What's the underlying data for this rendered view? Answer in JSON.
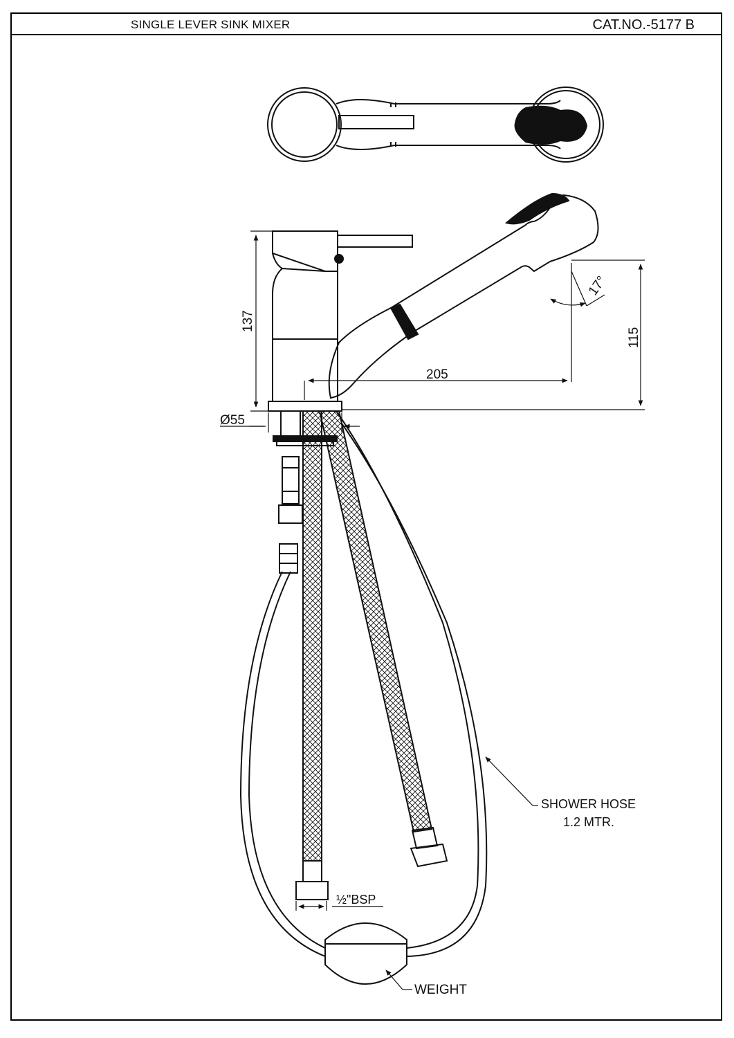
{
  "header": {
    "title": "SINGLE LEVER SINK MIXER",
    "catalog_number": "CAT.NO.-5177 B"
  },
  "dimensions": {
    "height": "137",
    "spout_height": "115",
    "spout_reach": "205",
    "base_diameter": "Ø55",
    "spray_angle": "17°",
    "connection": "½\"BSP"
  },
  "labels": {
    "shower_hose_line1": "SHOWER HOSE",
    "shower_hose_line2": "1.2 MTR.",
    "weight": "WEIGHT"
  },
  "colors": {
    "line": "#111111",
    "fill_dark": "#000000",
    "background": "#ffffff"
  }
}
